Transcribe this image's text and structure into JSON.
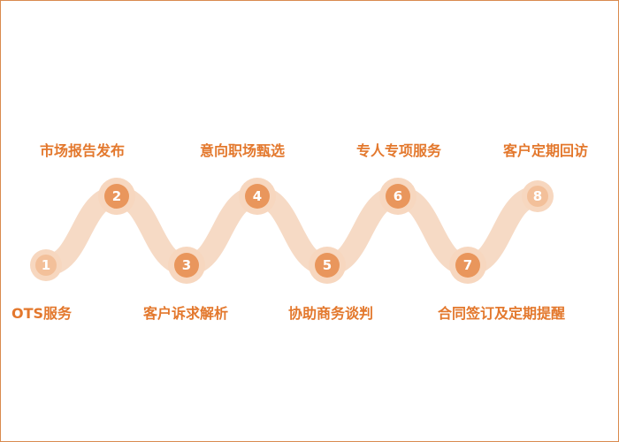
{
  "colors": {
    "border": "#d98a4f",
    "text": "#e3782d",
    "ribbon": "#f6d8c2",
    "node_halo": "#f7d7bf",
    "node_core_strong": "#e9965c",
    "node_core_light": "#f3c09a"
  },
  "steps": [
    {
      "num": "1",
      "label": "OTS服务",
      "emphasis": "light"
    },
    {
      "num": "2",
      "label": "市场报告发布",
      "emphasis": "strong"
    },
    {
      "num": "3",
      "label": "客户诉求解析",
      "emphasis": "strong"
    },
    {
      "num": "4",
      "label": "意向职场甄选",
      "emphasis": "strong"
    },
    {
      "num": "5",
      "label": "协助商务谈判",
      "emphasis": "strong"
    },
    {
      "num": "6",
      "label": "专人专项服务",
      "emphasis": "strong"
    },
    {
      "num": "7",
      "label": "合同签订及定期提醒",
      "emphasis": "strong"
    },
    {
      "num": "8",
      "label": "客户定期回访",
      "emphasis": "light"
    }
  ]
}
